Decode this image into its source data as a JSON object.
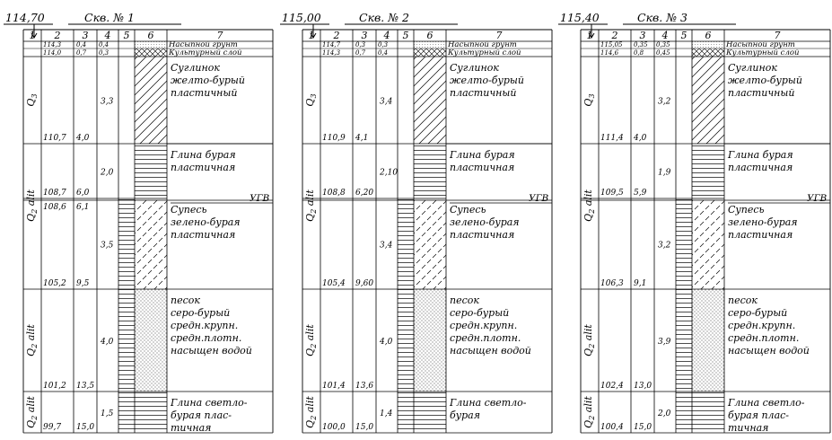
{
  "header_labels": [
    "1",
    "2",
    "3",
    "4",
    "5",
    "6",
    "7"
  ],
  "groundwater_label": "УГВ",
  "boreholes": [
    {
      "elevation": "114,70",
      "title": "Скв. № 1",
      "top_layers": [
        {
          "elev": "114,3",
          "depth": "0,4",
          "thick": "0,4",
          "desc": "Насыпной грунт"
        },
        {
          "elev": "114,0",
          "depth": "0,7",
          "thick": "0,3",
          "desc": "Культурный слой"
        }
      ],
      "layers": [
        {
          "index": "Q3",
          "elev": "110,7",
          "depth": "4,0",
          "thick": "3,3",
          "desc": [
            "Суглинок",
            "желто-бурый",
            "пластичный"
          ]
        },
        {
          "index": "",
          "elev": "108,7",
          "depth": "6,0",
          "thick": "2,0",
          "desc": [
            "Глина бурая",
            "пластичная"
          ]
        },
        {
          "index": "",
          "elev": "108,6",
          "depth": "6,1",
          "thick": "",
          "desc": []
        },
        {
          "index": "",
          "elev": "105,2",
          "depth": "9,5",
          "thick": "3,5",
          "desc": [
            "Супесь",
            "зелено-бурая",
            "пластичная"
          ]
        },
        {
          "index": "Q2 alit",
          "elev": "101,2",
          "depth": "13,5",
          "thick": "4,0",
          "desc": [
            "песок",
            "серо-бурый",
            "средн.крупн.",
            "средн.плотн.",
            "насыщен водой"
          ]
        },
        {
          "index": "Q2 alit",
          "elev": "99,7",
          "depth": "15,0",
          "thick": "1,5",
          "desc": [
            "Глина светло-",
            "бурая плас-",
            "тичная"
          ]
        }
      ],
      "q2_label": "Q2 alit"
    },
    {
      "elevation": "115,00",
      "title": "Скв. № 2",
      "top_layers": [
        {
          "elev": "114,7",
          "depth": "0,3",
          "thick": "0,3",
          "desc": "Насыпной грунт"
        },
        {
          "elev": "114,3",
          "depth": "0,7",
          "thick": "0,4",
          "desc": "Культурный слой"
        }
      ],
      "layers": [
        {
          "index": "Q3",
          "elev": "110,9",
          "depth": "4,1",
          "thick": "3,4",
          "desc": [
            "Суглинок",
            "желто-бурый",
            "пластичный"
          ]
        },
        {
          "index": "",
          "elev": "108,8",
          "depth": "6,20",
          "thick": "2,10",
          "desc": [
            "Глина бурая",
            "пластичная"
          ]
        },
        {
          "index": "",
          "elev": "",
          "depth": "",
          "thick": "",
          "desc": []
        },
        {
          "index": "",
          "elev": "105,4",
          "depth": "9,60",
          "thick": "3,4",
          "desc": [
            "Супесь",
            "зелено-бурая",
            "пластичная"
          ]
        },
        {
          "index": "Q2 alit",
          "elev": "101,4",
          "depth": "13,6",
          "thick": "4,0",
          "desc": [
            "песок",
            "серо-бурый",
            "средн.крупн.",
            "средн.плотн.",
            "насыщен водой"
          ]
        },
        {
          "index": "Q2 alit",
          "elev": "100,0",
          "depth": "15,0",
          "thick": "1,4",
          "desc": [
            "Глина светло-",
            "бурая"
          ]
        }
      ],
      "q2_label": "Q2 alit"
    },
    {
      "elevation": "115,40",
      "title": "Скв. № 3",
      "top_layers": [
        {
          "elev": "115,05",
          "depth": "0,35",
          "thick": "0,35",
          "desc": "Насыпной грунт"
        },
        {
          "elev": "114,6",
          "depth": "0,8",
          "thick": "0,45",
          "desc": "Культурный слой"
        }
      ],
      "layers": [
        {
          "index": "Q3",
          "elev": "111,4",
          "depth": "4,0",
          "thick": "3,2",
          "desc": [
            "Суглинок",
            "желто-бурый",
            "пластичный"
          ]
        },
        {
          "index": "",
          "elev": "109,5",
          "depth": "5,9",
          "thick": "1,9",
          "desc": [
            "Глина бурая",
            "пластичная"
          ]
        },
        {
          "index": "",
          "elev": "",
          "depth": "",
          "thick": "",
          "desc": []
        },
        {
          "index": "",
          "elev": "106,3",
          "depth": "9,1",
          "thick": "3,2",
          "desc": [
            "Супесь",
            "зелено-бурая",
            "пластичная"
          ]
        },
        {
          "index": "Q2 alit",
          "elev": "102,4",
          "depth": "13,0",
          "thick": "3,9",
          "desc": [
            "песок",
            "серо-бурый",
            "средн.крупн.",
            "средн.плотн.",
            "насыщен водой"
          ]
        },
        {
          "index": "Q2 alit",
          "elev": "100,4",
          "depth": "15,0",
          "thick": "2,0",
          "desc": [
            "Глина светло-",
            "бурая плас-",
            "тичная"
          ]
        }
      ],
      "q2_label": "Q2 alit"
    }
  ]
}
